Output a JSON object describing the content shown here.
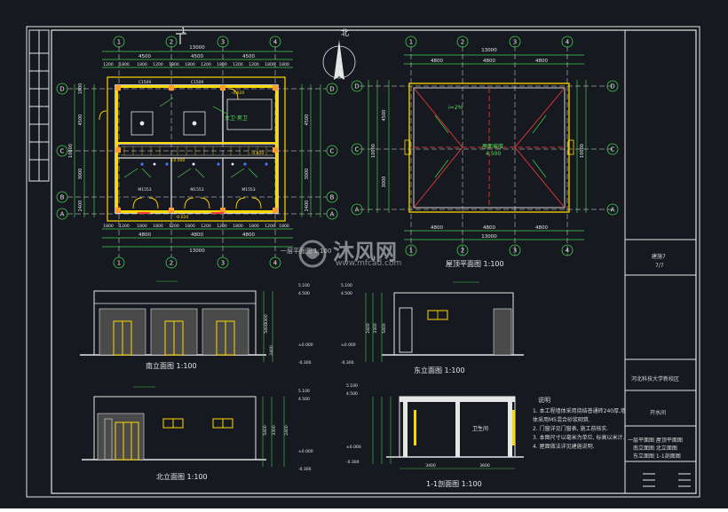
{
  "colors": {
    "background": "#16191f",
    "frame": "#e6e6e6",
    "wall": "#ffd800",
    "dim": "#3fd14a",
    "axis": "#ff3b3b",
    "grid": "#e6e6e6",
    "green_text": "#55e05a"
  },
  "axes": {
    "columns": [
      "1",
      "2",
      "3",
      "4"
    ],
    "rows": [
      "A",
      "B",
      "C",
      "D"
    ]
  },
  "dims": {
    "total": "13000",
    "bays": [
      "4500",
      "4500",
      "4500"
    ],
    "bottom_bays": [
      "4800",
      "4800",
      "4800"
    ],
    "roof_bays": [
      "4800",
      "4800",
      "4800"
    ],
    "left_side": [
      "2400",
      "3000",
      "4500",
      "1800"
    ],
    "total_depth": "10000",
    "sub_top": [
      "1200",
      "1800",
      "1800",
      "1200",
      "1800",
      "1800",
      "1200",
      "1800",
      "1200"
    ]
  },
  "plan": {
    "section_mark": "1",
    "room_labels": [
      "C1509",
      "C1509",
      "M1553",
      "M1553",
      "M1553"
    ],
    "levels": [
      "-0.020",
      "-0.020",
      "±0.000",
      "-0.020"
    ],
    "room_note": "女卫·男卫"
  },
  "north": {
    "label": "北"
  },
  "roof": {
    "center_label": "屋面坡度",
    "slope": "i=2%",
    "ridge_value": "4.500",
    "title": "屋顶平面图 1:100"
  },
  "elevations": {
    "south": {
      "title": "南立面图 1:100",
      "levels": [
        "5.100",
        "4.500",
        "±0.000",
        "-0.300"
      ],
      "heights": [
        "5400",
        "3300",
        "2400"
      ]
    },
    "east": {
      "title": "东立面图 1:100",
      "levels": [
        "5.100",
        "4.500",
        "±0.000",
        "-0.300"
      ],
      "heights": [
        "2400",
        "3300",
        "5400"
      ]
    },
    "north": {
      "title": "北立面图 1:100",
      "levels": [
        "5.100",
        "4.500",
        "±0.000",
        "-0.300"
      ],
      "heights": [
        "5400",
        "3300",
        "2400"
      ]
    },
    "section": {
      "title": "1-1剖面图 1:100",
      "levels": [
        "5.100",
        "4.500",
        "±0.000",
        "-0.300"
      ],
      "dims": [
        "3400",
        "3600"
      ],
      "room": "卫生间"
    }
  },
  "notes": {
    "title": "说明",
    "lines": [
      "1. 本工程墙体采用烧结普通砖240厚,墙",
      "   体采用M5混合砂浆砌筑.",
      "2. 门窗详见门窗表, 施工前核实.",
      "3. 本图尺寸以毫米为单位, 标高以米计.",
      "4. 屋面做法详见建施说明."
    ]
  },
  "plan_title": "一层平面图 1:100",
  "watermark": {
    "brand": "沐风网",
    "url": "www.mfcad.com"
  },
  "title_block": {
    "drawing_no": "建施7",
    "code": "7/7",
    "school": "河北科技大学新校区",
    "project": "开水间",
    "contents": [
      "一层平面图 屋顶平面图",
      "南立面图 北立面图",
      "东立面图 1-1剖面图"
    ]
  }
}
